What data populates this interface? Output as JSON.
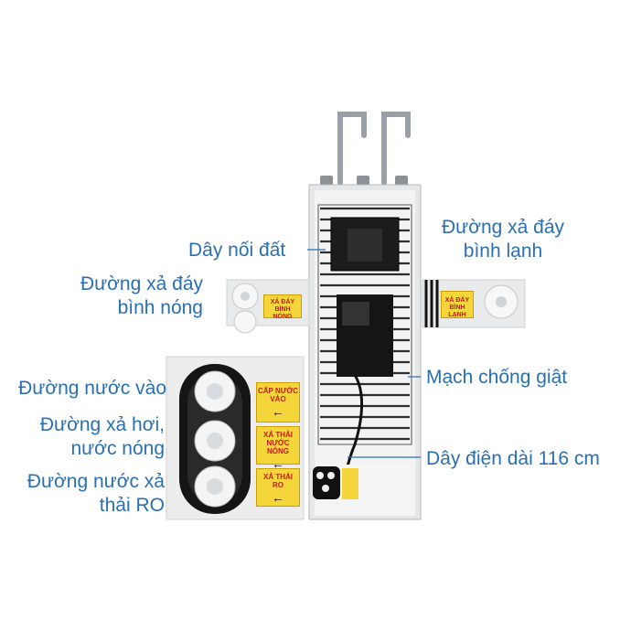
{
  "labels": {
    "ground_wire": "Dây nối đất",
    "cold_tank_drain": [
      "Đường xả đáy",
      "bình lạnh"
    ],
    "hot_tank_drain": [
      "Đường xả đáy",
      "bình nóng"
    ],
    "anti_shock": "Mạch chống giật",
    "water_inlet": "Đường nước vào",
    "steam_drain": [
      "Đường xả hơi,",
      "nước nóng"
    ],
    "ro_waste": [
      "Đường nước xả",
      "thải RO"
    ],
    "power_cord": "Dây điện dài 116 cm"
  },
  "tags": {
    "water_supply": [
      "CẤP NƯỚC",
      "VÀO"
    ],
    "hot_drain": [
      "XẢ THẢI",
      "NƯỚC NÓNG"
    ],
    "ro_drain": [
      "XẢ THẢI",
      "RO"
    ],
    "hot_tank": [
      "XẢ ĐÁY",
      "BÌNH NÓNG"
    ],
    "cold_tank": [
      "XẢ ĐÁY",
      "BÌNH LẠNH"
    ]
  },
  "colors": {
    "label": "#2a6fb0",
    "tag_bg": "#f4d63a",
    "tag_text": "#c61b1b"
  }
}
